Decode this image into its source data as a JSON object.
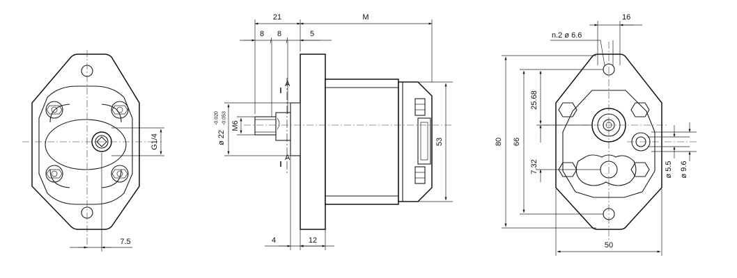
{
  "views": {
    "front": {
      "dims": {
        "g": "G1/4",
        "w7": "7.5"
      }
    },
    "side": {
      "dims": {
        "d21": "21",
        "dm": "M",
        "d8a": "8",
        "d8b": "8",
        "d5": "5",
        "d53": "53",
        "d4": "4",
        "d12": "12",
        "m6": "M6",
        "dia": "ø 22",
        "tol1": "-0.020",
        "tol2": "-0.053"
      },
      "section_marks": {
        "top": "A",
        "bottom": "A"
      }
    },
    "rear": {
      "dims": {
        "d16": "16",
        "holes": "n.2  ø 6.6",
        "d80": "80",
        "d66": "66",
        "d2568": "25.68",
        "d732": "7.32",
        "d55": "ø 5.5",
        "d96": "ø 9.6",
        "d50": "50"
      }
    }
  }
}
